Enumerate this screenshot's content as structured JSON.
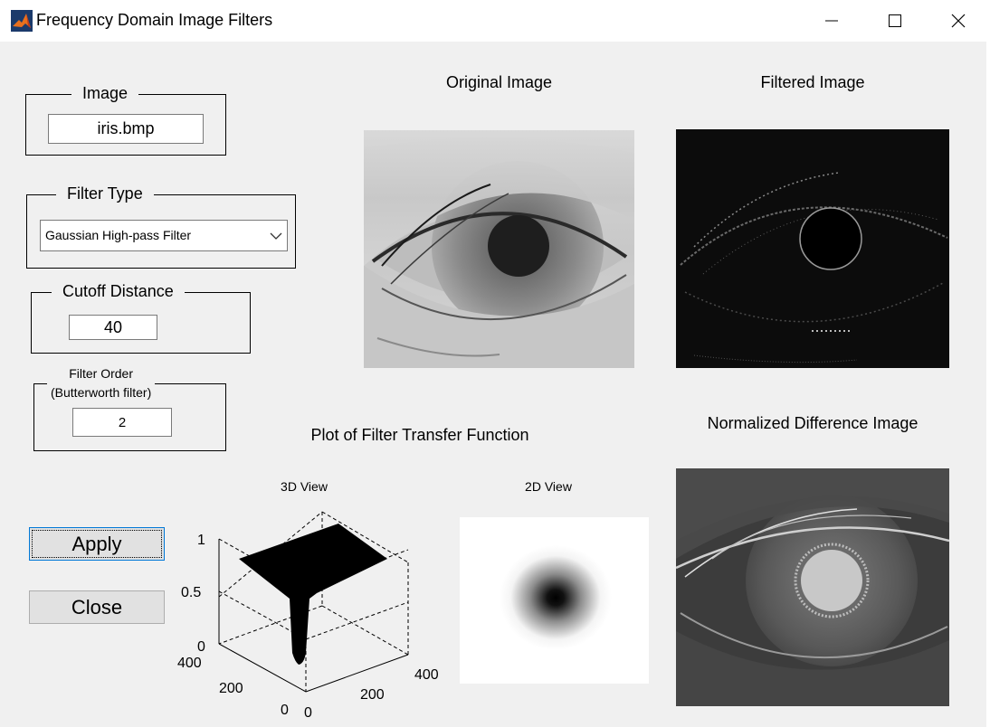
{
  "window": {
    "title": "Frequency Domain Image Filters",
    "icon": "matlab-icon"
  },
  "controls": {
    "image": {
      "legend": "Image",
      "value": "iris.bmp"
    },
    "filter_type": {
      "legend": "Filter Type",
      "selected": "Gaussian High-pass Filter"
    },
    "cutoff": {
      "legend": "Cutoff Distance",
      "value": "40"
    },
    "order": {
      "legend_line1": "Filter Order",
      "legend_line2": "(Butterworth filter)",
      "value": "2"
    },
    "apply_label": "Apply",
    "close_label": "Close"
  },
  "panels": {
    "original_title": "Original Image",
    "filtered_title": "Filtered Image",
    "difference_title": "Normalized Difference Image",
    "transfer_title": "Plot of Filter Transfer Function",
    "view3d_title": "3D View",
    "view2d_title": "2D View"
  },
  "plot3d": {
    "z_ticks": [
      "1",
      "0.5",
      "0"
    ],
    "y_ticks": [
      "400",
      "200",
      "0"
    ],
    "x_ticks": [
      "0",
      "200",
      "400"
    ]
  },
  "colors": {
    "background": "#f0f0f0",
    "accent": "#0078d7"
  }
}
